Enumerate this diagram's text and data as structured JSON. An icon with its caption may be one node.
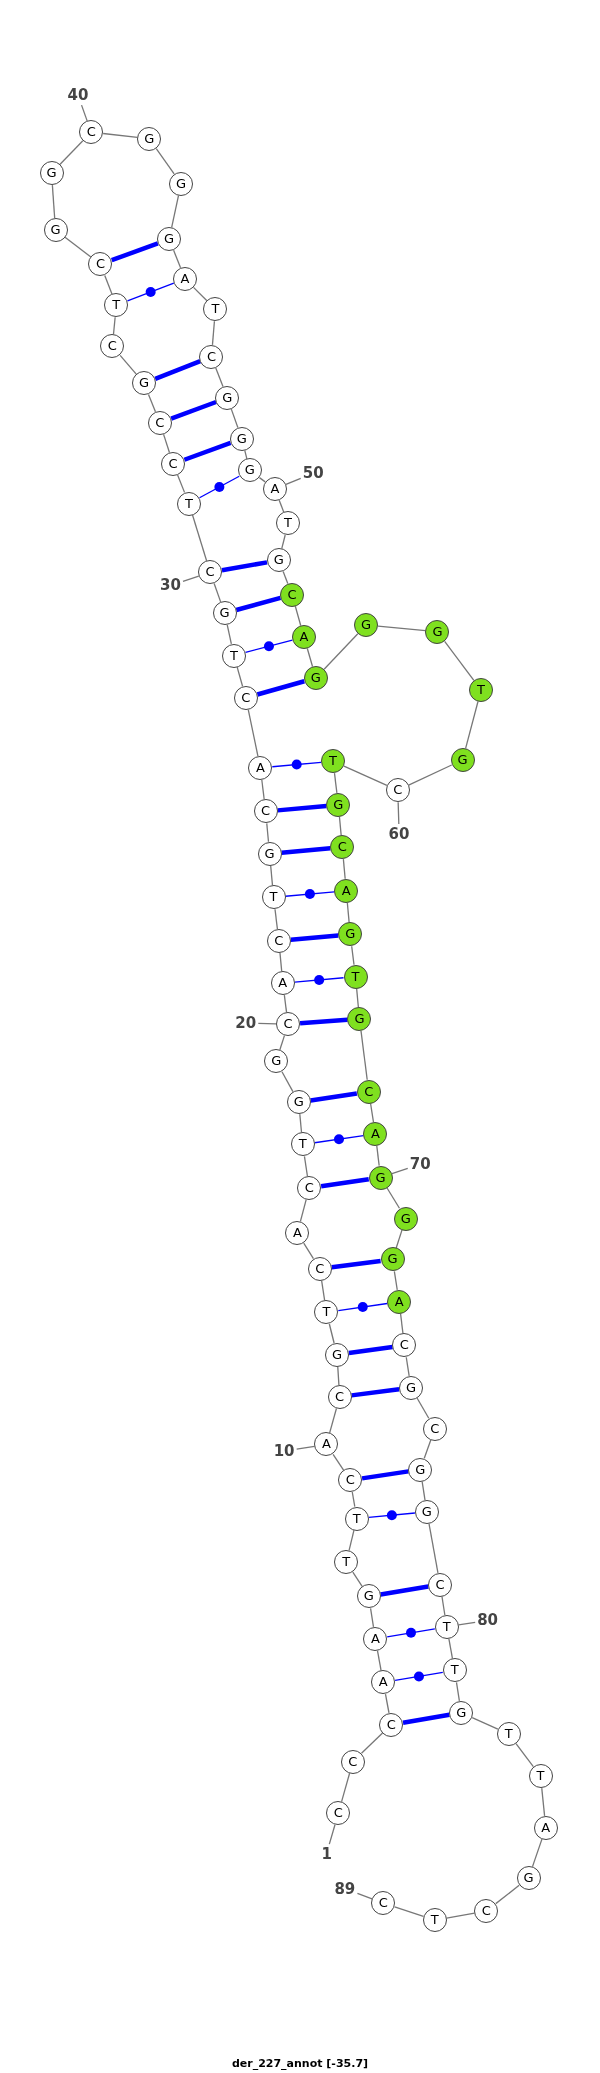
{
  "diagram": {
    "caption": "der_227_annot [-35.7]",
    "nodes": [
      {
        "text": [
          "C"
        ]
      },
      {
        "text": [
          "C"
        ]
      },
      {
        "text": [
          "C"
        ]
      },
      {
        "text": [
          "A"
        ]
      },
      {
        "text": [
          "A"
        ]
      },
      {
        "text": [
          "G"
        ]
      },
      {
        "text": [
          "T"
        ]
      },
      {
        "text": [
          "T"
        ]
      },
      {
        "text": [
          "C"
        ]
      },
      {
        "text": [
          "A"
        ]
      },
      {
        "text": [
          "C"
        ]
      },
      {
        "text": [
          "G"
        ]
      },
      {
        "text": [
          "T"
        ]
      },
      {
        "text": [
          "C"
        ]
      },
      {
        "text": [
          "A"
        ]
      },
      {
        "text": [
          "C"
        ]
      },
      {
        "text": [
          "T"
        ]
      },
      {
        "text": [
          "G"
        ]
      },
      {
        "text": [
          "G"
        ]
      },
      {
        "text": [
          "C"
        ]
      },
      {
        "text": [
          "A"
        ]
      },
      {
        "text": [
          "C"
        ]
      },
      {
        "text": [
          "T"
        ]
      },
      {
        "text": [
          "G"
        ]
      },
      {
        "text": [
          "C"
        ]
      },
      {
        "text": [
          "A"
        ]
      },
      {
        "text": [
          "C"
        ]
      },
      {
        "text": [
          "T"
        ]
      },
      {
        "text": [
          "G"
        ]
      },
      {
        "text": [
          "C"
        ]
      },
      {
        "text": [
          "T"
        ]
      },
      {
        "text": [
          "C"
        ]
      },
      {
        "text": [
          "C"
        ]
      },
      {
        "text": [
          "G"
        ]
      },
      {
        "text": [
          "C"
        ]
      },
      {
        "text": [
          "T"
        ]
      },
      {
        "text": [
          "C"
        ]
      },
      {
        "text": [
          "G"
        ]
      },
      {
        "text": [
          "G"
        ]
      },
      {
        "text": [
          "C"
        ]
      },
      {
        "text": [
          "G"
        ]
      },
      {
        "text": [
          "G"
        ]
      },
      {
        "text": [
          "G"
        ]
      },
      {
        "text": [
          "A"
        ]
      },
      {
        "text": [
          "T"
        ]
      },
      {
        "text": [
          "C"
        ]
      },
      {
        "text": [
          "G"
        ]
      },
      {
        "text": [
          "G"
        ]
      },
      {
        "text": [
          "G"
        ]
      },
      {
        "text": [
          "A"
        ]
      },
      {
        "text": [
          "T"
        ]
      },
      {
        "text": [
          "G"
        ]
      },
      {
        "text": [
          "C"
        ]
      },
      {
        "text": [
          "A"
        ]
      },
      {
        "text": [
          "G"
        ]
      },
      {
        "text": [
          "G"
        ]
      },
      {
        "text": [
          "G"
        ]
      },
      {
        "text": [
          "T"
        ]
      },
      {
        "text": [
          "G"
        ]
      },
      {
        "text": [
          "C"
        ]
      },
      {
        "text": [
          "T"
        ]
      },
      {
        "text": [
          "G"
        ]
      },
      {
        "text": [
          "C"
        ]
      },
      {
        "text": [
          "A"
        ]
      },
      {
        "text": [
          "G"
        ]
      },
      {
        "text": [
          "T"
        ]
      },
      {
        "text": [
          "G"
        ]
      },
      {
        "text": [
          "C"
        ]
      },
      {
        "text": [
          "A"
        ]
      },
      {
        "text": [
          "G"
        ]
      },
      {
        "text": [
          "G"
        ]
      },
      {
        "text": [
          "G"
        ]
      },
      {
        "text": [
          "A"
        ]
      },
      {
        "text": [
          "C"
        ]
      },
      {
        "text": [
          "G"
        ]
      },
      {
        "text": [
          "C"
        ]
      },
      {
        "text": [
          "G"
        ]
      },
      {
        "text": [
          "G"
        ]
      },
      {
        "text": [
          "C"
        ]
      },
      {
        "text": [
          "T"
        ]
      },
      {
        "text": [
          "T"
        ]
      },
      {
        "text": [
          "G"
        ]
      },
      {
        "text": [
          "T"
        ]
      },
      {
        "text": [
          "T"
        ]
      },
      {
        "text": [
          "A"
        ]
      },
      {
        "text": [
          "G"
        ]
      },
      {
        "text": [
          "C"
        ]
      },
      {
        "text": [
          "T"
        ]
      },
      {
        "text": [
          "C"
        ]
      },
      {
        "text": [
          "40"
        ]
      },
      {
        "text": [
          "50"
        ]
      },
      {
        "text": [
          "30"
        ]
      },
      {
        "text": [
          "60"
        ]
      },
      {
        "text": [
          "20"
        ]
      },
      {
        "text": [
          "70"
        ]
      },
      {
        "text": [
          "10"
        ]
      },
      {
        "text": [
          "80"
        ]
      },
      {
        "text": [
          "1"
        ]
      },
      {
        "text": [
          "89"
        ]
      }
    ],
    "edges": [
      {
        "from": 0,
        "to": 1,
        "arrow": "none"
      },
      {
        "from": 1,
        "to": 2,
        "arrow": "none"
      },
      {
        "from": 2,
        "to": 3,
        "arrow": "none"
      },
      {
        "from": 3,
        "to": 4,
        "arrow": "none"
      },
      {
        "from": 4,
        "to": 5,
        "arrow": "none"
      },
      {
        "from": 5,
        "to": 6,
        "arrow": "none"
      },
      {
        "from": 6,
        "to": 7,
        "arrow": "none"
      },
      {
        "from": 7,
        "to": 8,
        "arrow": "none"
      },
      {
        "from": 8,
        "to": 9,
        "arrow": "none"
      },
      {
        "from": 9,
        "to": 10,
        "arrow": "none"
      },
      {
        "from": 10,
        "to": 11,
        "arrow": "none"
      },
      {
        "from": 11,
        "to": 12,
        "arrow": "none"
      },
      {
        "from": 12,
        "to": 13,
        "arrow": "none"
      },
      {
        "from": 13,
        "to": 14,
        "arrow": "none"
      },
      {
        "from": 14,
        "to": 15,
        "arrow": "none"
      },
      {
        "from": 15,
        "to": 16,
        "arrow": "none"
      },
      {
        "from": 16,
        "to": 17,
        "arrow": "none"
      },
      {
        "from": 17,
        "to": 18,
        "arrow": "none"
      },
      {
        "from": 18,
        "to": 19,
        "arrow": "none"
      },
      {
        "from": 19,
        "to": 20,
        "arrow": "none"
      },
      {
        "from": 20,
        "to": 21,
        "arrow": "none"
      },
      {
        "from": 21,
        "to": 22,
        "arrow": "none"
      },
      {
        "from": 22,
        "to": 23,
        "arrow": "none"
      },
      {
        "from": 23,
        "to": 24,
        "arrow": "none"
      },
      {
        "from": 24,
        "to": 25,
        "arrow": "none"
      },
      {
        "from": 25,
        "to": 26,
        "arrow": "none"
      },
      {
        "from": 26,
        "to": 27,
        "arrow": "none"
      },
      {
        "from": 27,
        "to": 28,
        "arrow": "none"
      },
      {
        "from": 28,
        "to": 29,
        "arrow": "none"
      },
      {
        "from": 29,
        "to": 30,
        "arrow": "none"
      },
      {
        "from": 30,
        "to": 31,
        "arrow": "none"
      },
      {
        "from": 31,
        "to": 32,
        "arrow": "none"
      },
      {
        "from": 32,
        "to": 33,
        "arrow": "none"
      },
      {
        "from": 33,
        "to": 34,
        "arrow": "none"
      },
      {
        "from": 34,
        "to": 35,
        "arrow": "none"
      },
      {
        "from": 35,
        "to": 36,
        "arrow": "none"
      },
      {
        "from": 36,
        "to": 37,
        "arrow": "none"
      },
      {
        "from": 37,
        "to": 38,
        "arrow": "none"
      },
      {
        "from": 38,
        "to": 39,
        "arrow": "none"
      },
      {
        "from": 39,
        "to": 40,
        "arrow": "none"
      },
      {
        "from": 40,
        "to": 41,
        "arrow": "none"
      },
      {
        "from": 41,
        "to": 42,
        "arrow": "none"
      },
      {
        "from": 42,
        "to": 43,
        "arrow": "none"
      },
      {
        "from": 43,
        "to": 44,
        "arrow": "none"
      },
      {
        "from": 44,
        "to": 45,
        "arrow": "none"
      },
      {
        "from": 45,
        "to": 46,
        "arrow": "none"
      },
      {
        "from": 46,
        "to": 47,
        "arrow": "none"
      },
      {
        "from": 47,
        "to": 48,
        "arrow": "none"
      },
      {
        "from": 48,
        "to": 49,
        "arrow": "none"
      },
      {
        "from": 49,
        "to": 50,
        "arrow": "none"
      },
      {
        "from": 50,
        "to": 51,
        "arrow": "none"
      },
      {
        "from": 51,
        "to": 52,
        "arrow": "none"
      },
      {
        "from": 52,
        "to": 53,
        "arrow": "none"
      },
      {
        "from": 53,
        "to": 54,
        "arrow": "none"
      },
      {
        "from": 54,
        "to": 55,
        "arrow": "none"
      },
      {
        "from": 55,
        "to": 56,
        "arrow": "none"
      },
      {
        "from": 56,
        "to": 57,
        "arrow": "none"
      },
      {
        "from": 57,
        "to": 58,
        "arrow": "none"
      },
      {
        "from": 58,
        "to": 59,
        "arrow": "none"
      },
      {
        "from": 59,
        "to": 60,
        "arrow": "none"
      },
      {
        "from": 60,
        "to": 61,
        "arrow": "none"
      },
      {
        "from": 61,
        "to": 62,
        "arrow": "none"
      },
      {
        "from": 62,
        "to": 63,
        "arrow": "none"
      },
      {
        "from": 63,
        "to": 64,
        "arrow": "none"
      },
      {
        "from": 64,
        "to": 65,
        "arrow": "none"
      },
      {
        "from": 65,
        "to": 66,
        "arrow": "none"
      },
      {
        "from": 66,
        "to": 67,
        "arrow": "none"
      },
      {
        "from": 67,
        "to": 68,
        "arrow": "none"
      },
      {
        "from": 68,
        "to": 69,
        "arrow": "none"
      },
      {
        "from": 69,
        "to": 70,
        "arrow": "none"
      },
      {
        "from": 70,
        "to": 71,
        "arrow": "none"
      },
      {
        "from": 71,
        "to": 72,
        "arrow": "none"
      },
      {
        "from": 72,
        "to": 73,
        "arrow": "none"
      },
      {
        "from": 73,
        "to": 74,
        "arrow": "none"
      },
      {
        "from": 74,
        "to": 75,
        "arrow": "none"
      },
      {
        "from": 75,
        "to": 76,
        "arrow": "none"
      },
      {
        "from": 76,
        "to": 77,
        "arrow": "none"
      },
      {
        "from": 77,
        "to": 78,
        "arrow": "none"
      },
      {
        "from": 78,
        "to": 79,
        "arrow": "none"
      },
      {
        "from": 79,
        "to": 80,
        "arrow": "none"
      },
      {
        "from": 80,
        "to": 81,
        "arrow": "none"
      },
      {
        "from": 81,
        "to": 82,
        "arrow": "none"
      },
      {
        "from": 82,
        "to": 83,
        "arrow": "none"
      },
      {
        "from": 83,
        "to": 84,
        "arrow": "none"
      },
      {
        "from": 84,
        "to": 85,
        "arrow": "none"
      },
      {
        "from": 85,
        "to": 86,
        "arrow": "none"
      },
      {
        "from": 86,
        "to": 87,
        "arrow": "none"
      },
      {
        "from": 87,
        "to": 88,
        "arrow": "none"
      },
      {
        "from": 36,
        "to": 42,
        "arrow": "none",
        "style": "thick",
        "color": "#0000ff"
      },
      {
        "from": 35,
        "to": 43,
        "arrow": "none",
        "color": "#0000ff"
      },
      {
        "from": 33,
        "to": 45,
        "arrow": "none",
        "style": "thick",
        "color": "#0000ff"
      },
      {
        "from": 32,
        "to": 46,
        "arrow": "none",
        "style": "thick",
        "color": "#0000ff"
      },
      {
        "from": 31,
        "to": 47,
        "arrow": "none",
        "style": "thick",
        "color": "#0000ff"
      },
      {
        "from": 30,
        "to": 48,
        "arrow": "none",
        "color": "#0000ff"
      },
      {
        "from": 29,
        "to": 51,
        "arrow": "none",
        "style": "thick",
        "color": "#0000ff"
      },
      {
        "from": 28,
        "to": 52,
        "arrow": "none",
        "style": "thick",
        "color": "#0000ff"
      },
      {
        "from": 27,
        "to": 53,
        "arrow": "none",
        "color": "#0000ff"
      },
      {
        "from": 26,
        "to": 54,
        "arrow": "none",
        "style": "thick",
        "color": "#0000ff"
      },
      {
        "from": 25,
        "to": 60,
        "arrow": "none",
        "color": "#0000ff"
      },
      {
        "from": 24,
        "to": 61,
        "arrow": "none",
        "style": "thick",
        "color": "#0000ff"
      },
      {
        "from": 23,
        "to": 62,
        "arrow": "none",
        "style": "thick",
        "color": "#0000ff"
      },
      {
        "from": 22,
        "to": 63,
        "arrow": "none",
        "color": "#0000ff"
      },
      {
        "from": 21,
        "to": 64,
        "arrow": "none",
        "style": "thick",
        "color": "#0000ff"
      },
      {
        "from": 20,
        "to": 65,
        "arrow": "none",
        "color": "#0000ff"
      },
      {
        "from": 19,
        "to": 66,
        "arrow": "none",
        "style": "thick",
        "color": "#0000ff"
      },
      {
        "from": 17,
        "to": 67,
        "arrow": "none",
        "style": "thick",
        "color": "#0000ff"
      },
      {
        "from": 16,
        "to": 68,
        "arrow": "none",
        "color": "#0000ff"
      },
      {
        "from": 15,
        "to": 69,
        "arrow": "none",
        "style": "thick",
        "color": "#0000ff"
      },
      {
        "from": 13,
        "to": 71,
        "arrow": "none",
        "style": "thick",
        "color": "#0000ff"
      },
      {
        "from": 12,
        "to": 72,
        "arrow": "none",
        "color": "#0000ff"
      },
      {
        "from": 11,
        "to": 73,
        "arrow": "none",
        "style": "thick",
        "color": "#0000ff"
      },
      {
        "from": 10,
        "to": 74,
        "arrow": "none",
        "style": "thick",
        "color": "#0000ff"
      },
      {
        "from": 8,
        "to": 76,
        "arrow": "none",
        "style": "thick",
        "color": "#0000ff"
      },
      {
        "from": 7,
        "to": 77,
        "arrow": "none",
        "color": "#0000ff"
      },
      {
        "from": 5,
        "to": 78,
        "arrow": "none",
        "style": "thick",
        "color": "#0000ff"
      },
      {
        "from": 4,
        "to": 79,
        "arrow": "none",
        "color": "#0000ff"
      },
      {
        "from": 3,
        "to": 80,
        "arrow": "none",
        "color": "#0000ff"
      },
      {
        "from": 2,
        "to": 81,
        "arrow": "none",
        "style": "thick",
        "color": "#0000ff"
      },
      {
        "from": 89,
        "to": 39,
        "arrow": "none"
      },
      {
        "from": 90,
        "to": 49,
        "arrow": "none"
      },
      {
        "from": 91,
        "to": 29,
        "arrow": "none"
      },
      {
        "from": 92,
        "to": 59,
        "arrow": "none"
      },
      {
        "from": 93,
        "to": 19,
        "arrow": "none"
      },
      {
        "from": 94,
        "to": 69,
        "arrow": "none"
      },
      {
        "from": 95,
        "to": 9,
        "arrow": "none"
      },
      {
        "from": 96,
        "to": 79,
        "arrow": "none"
      },
      {
        "from": 97,
        "to": 0,
        "arrow": "none"
      },
      {
        "from": 98,
        "to": 88,
        "arrow": "none"
      }
    ]
  }
}
